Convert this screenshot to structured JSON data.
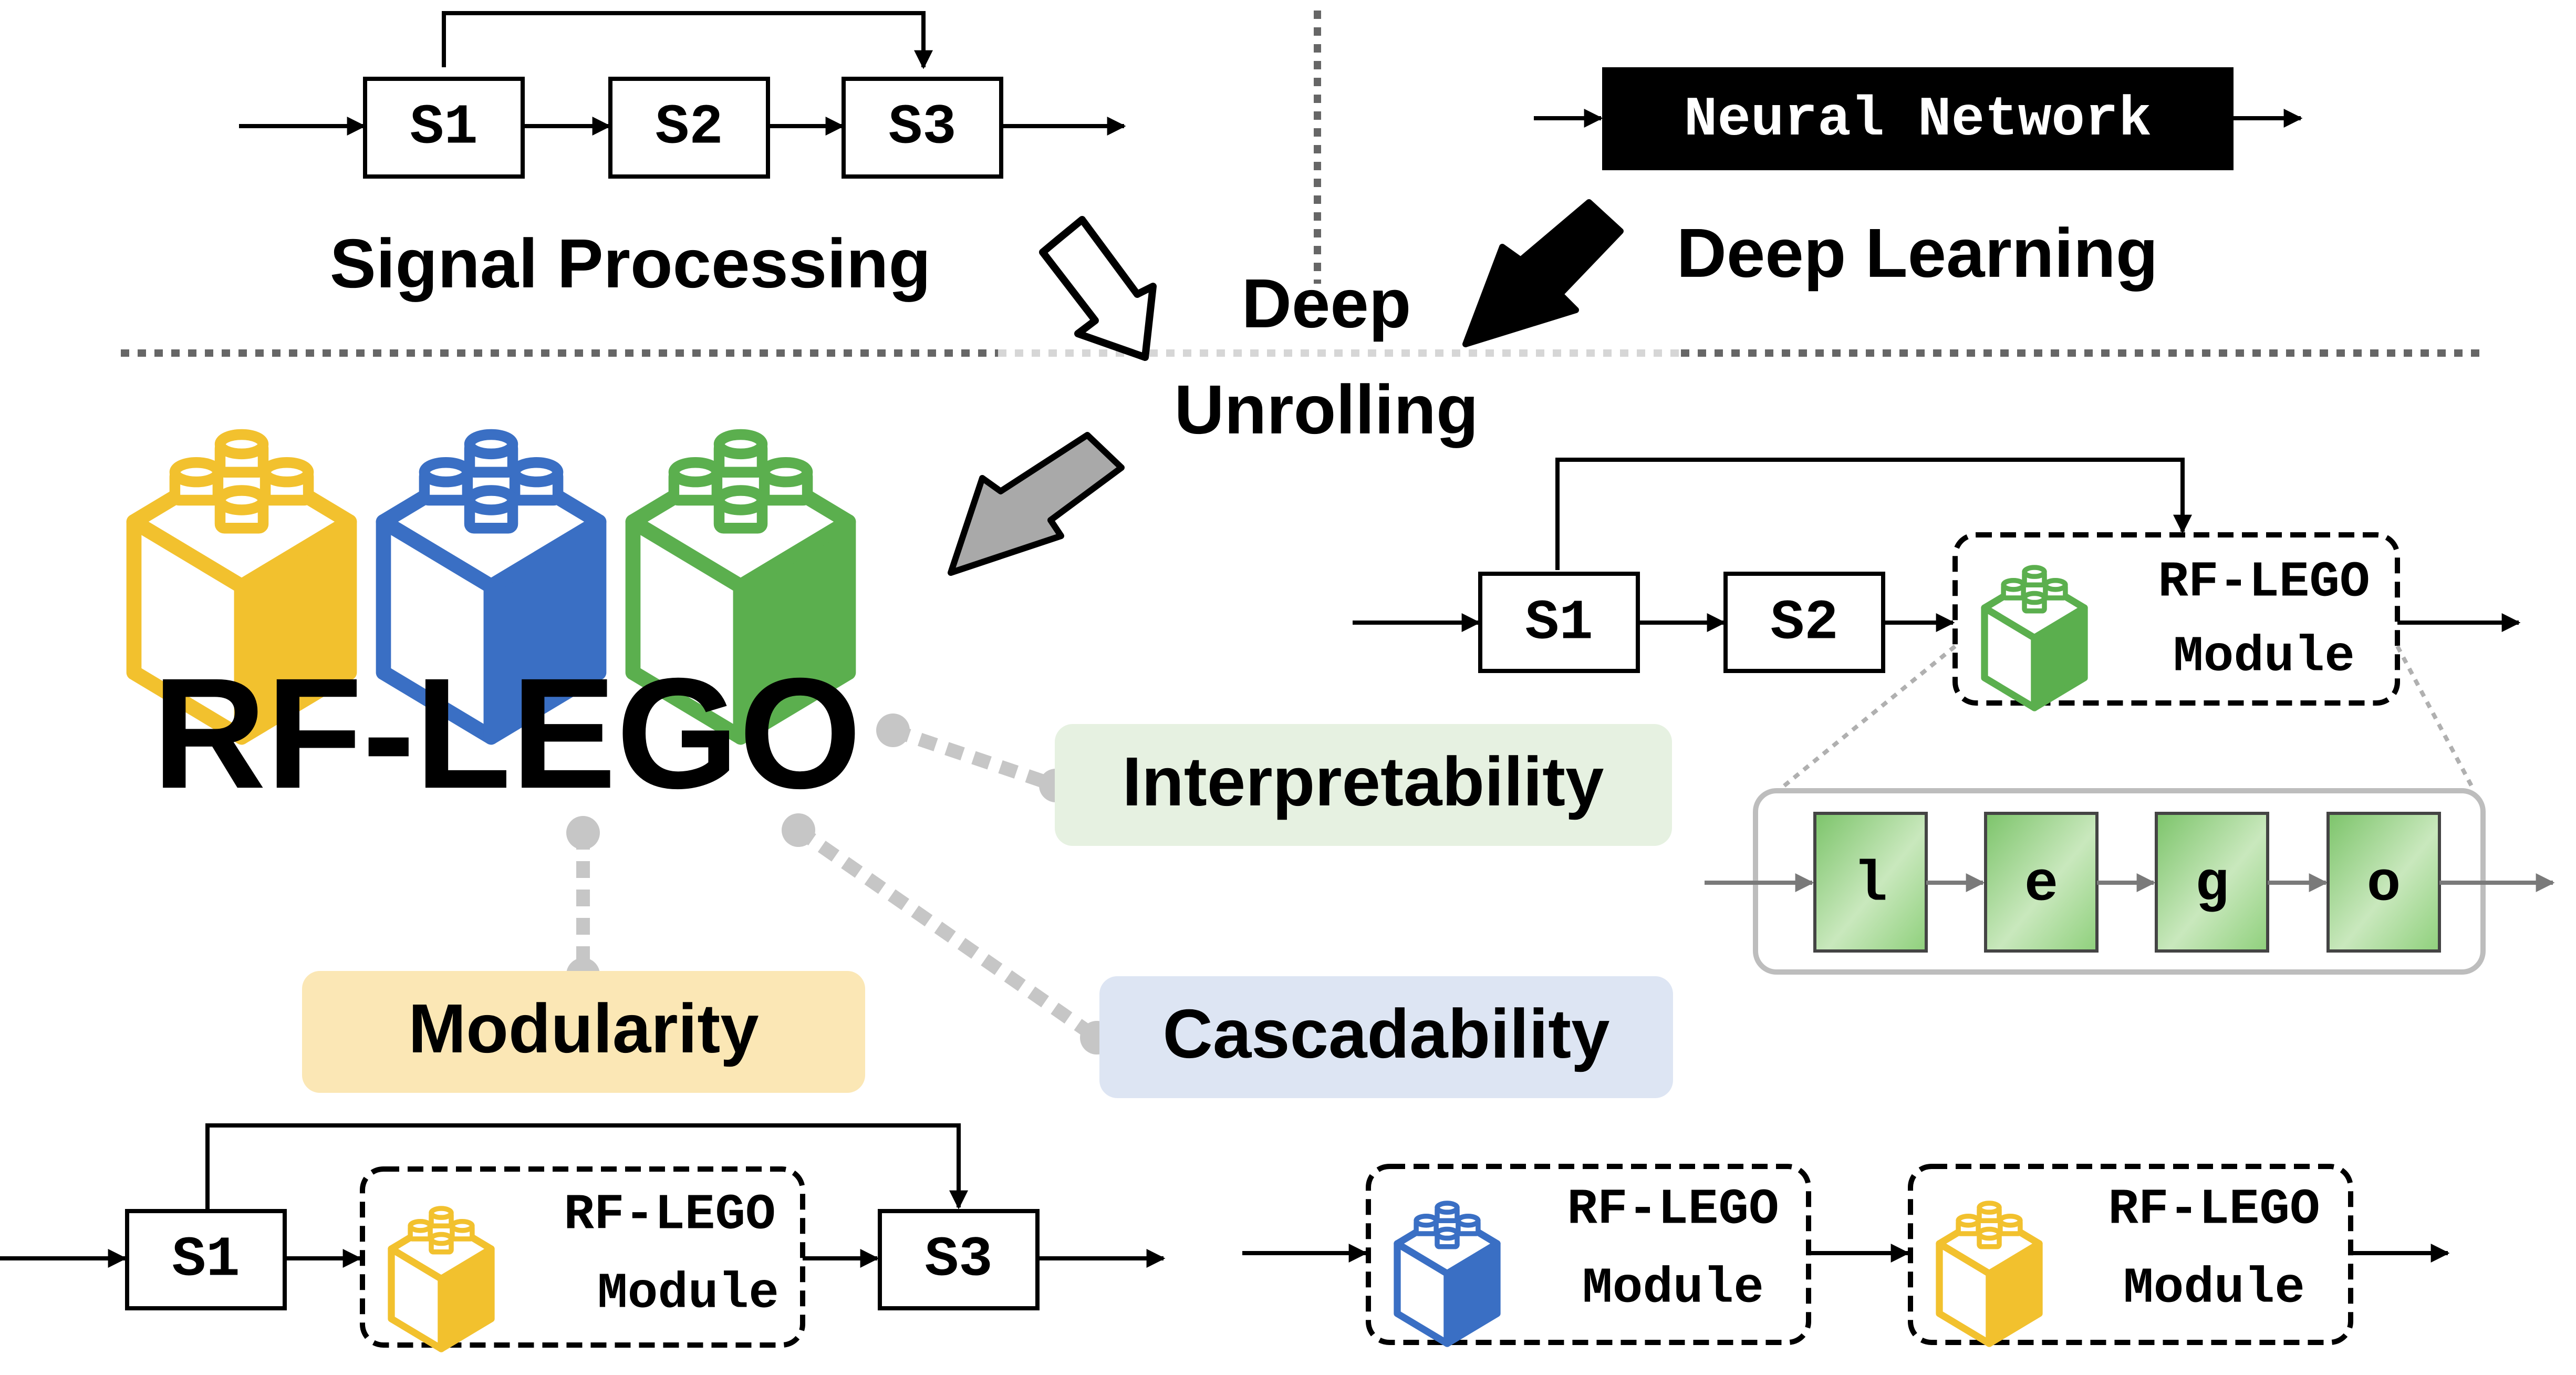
{
  "top_left": {
    "stages": [
      "S1",
      "S2",
      "S3"
    ],
    "caption": "Signal Processing"
  },
  "top_right": {
    "box_label": "Neural Network",
    "caption": "Deep Learning"
  },
  "center": {
    "line1": "Deep",
    "line2": "Unrolling"
  },
  "brand": {
    "title": "RF-LEGO",
    "colors": {
      "yellow": "#F2C12E",
      "blue": "#3A6FC4",
      "green": "#5BAF4E"
    }
  },
  "properties": {
    "interpretability": "Interpretability",
    "modularity": "Modularity",
    "cascadability": "Cascadability",
    "colors": {
      "interpretability_bg": "#E6F1E1",
      "modularity_bg": "#FBE7B5",
      "cascadability_bg": "#DDE5F3"
    }
  },
  "right_pipeline": {
    "stages": [
      "S1",
      "S2"
    ],
    "module_line1": "RF-LEGO",
    "module_line2": "Module",
    "unrolled_layers": [
      "l",
      "e",
      "g",
      "o"
    ]
  },
  "bottom_left": {
    "stages": [
      "S1",
      "S3"
    ],
    "module_line1": "RF-LEGO",
    "module_line2": "Module"
  },
  "bottom_right": {
    "module_a_line1": "RF-LEGO",
    "module_a_line2": "Module",
    "module_b_line1": "RF-LEGO",
    "module_b_line2": "Module"
  }
}
